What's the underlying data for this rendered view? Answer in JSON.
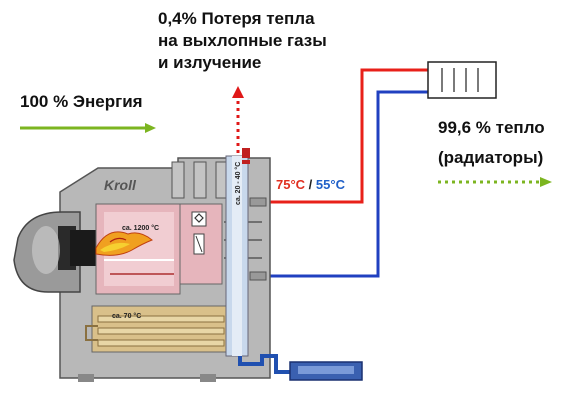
{
  "loss": {
    "line1": "0,4% Потеря тепла",
    "line2": "на выхлопные газы",
    "line3": "и излучение"
  },
  "energy": {
    "label": "100 % Энергия"
  },
  "heat_output": {
    "line1": "99,6 % тепло",
    "line2": "(радиаторы)"
  },
  "temps": {
    "supply": "75°C",
    "separator": "/",
    "return": "55°C"
  },
  "boiler": {
    "brand": "Kroll",
    "flame_temp": "ca. 1200 °C",
    "water_temp": "ca. 70 °C",
    "flue_temp": "ca. 20 - 40 °C"
  },
  "colors": {
    "supply_line": "#e8201a",
    "return_line": "#2040c0",
    "arrow_green": "#7cb520",
    "loss_arrow": "#e01818",
    "boiler_body": "#b8b8b8"
  }
}
